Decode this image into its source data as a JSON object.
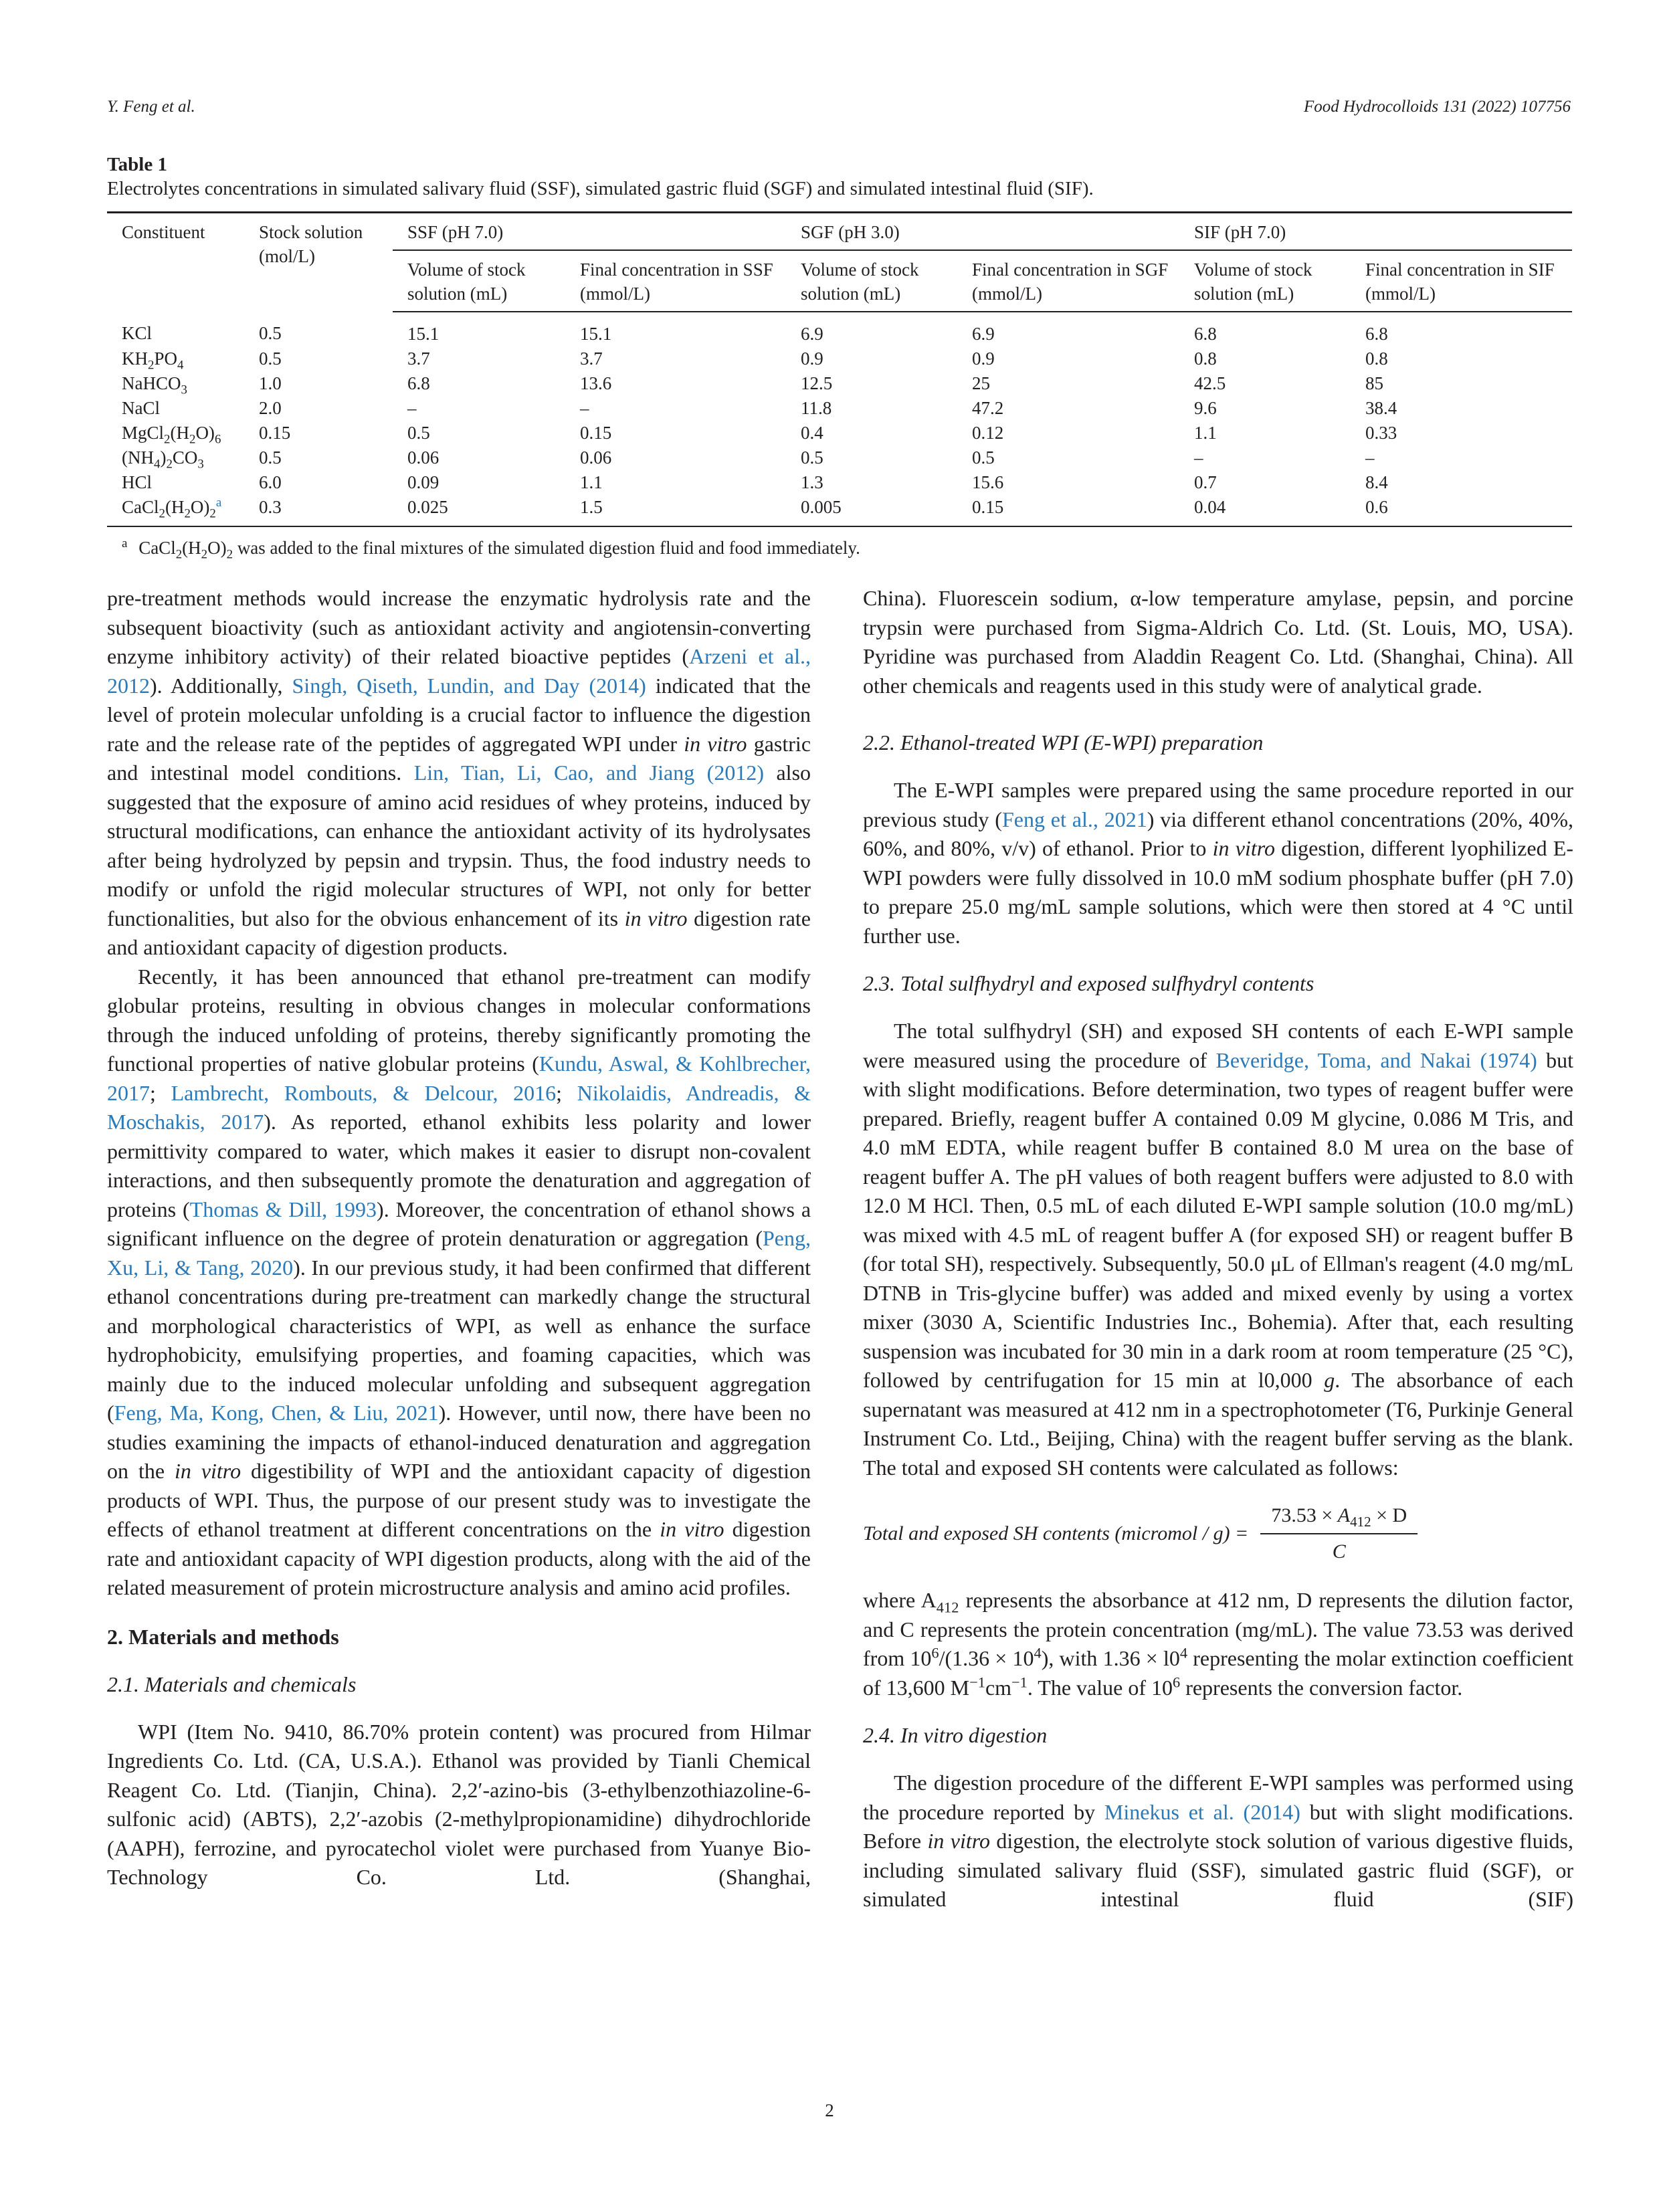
{
  "header": {
    "left": "Y. Feng et al.",
    "right": "Food Hydrocolloids 131 (2022) 107756"
  },
  "table1": {
    "label": "Table 1",
    "caption": "Electrolytes concentrations in simulated salivary fluid (SSF), simulated gastric fluid (SGF) and simulated intestinal fluid (SIF).",
    "headers": {
      "constituent": "Constituent",
      "stock": "Stock solution (mol/L)",
      "ssf": "SSF (pH 7.0)",
      "sgf": "SGF (pH 3.0)",
      "sif": "SIF (pH 7.0)",
      "volume": "Volume of stock solution (mL)",
      "final_ssf": "Final concentration in SSF (mmol/L)",
      "final_sgf": "Final concentration in SGF (mmol/L)",
      "final_sif": "Final concentration in SIF (mmol/L)"
    },
    "rows": [
      {
        "values": [
          "0.5",
          "15.1",
          "15.1",
          "6.9",
          "6.9",
          "6.8",
          "6.8"
        ]
      },
      {
        "values": [
          "0.5",
          "3.7",
          "3.7",
          "0.9",
          "0.9",
          "0.8",
          "0.8"
        ]
      },
      {
        "values": [
          "1.0",
          "6.8",
          "13.6",
          "12.5",
          "25",
          "42.5",
          "85"
        ]
      },
      {
        "values": [
          "2.0",
          "–",
          "–",
          "11.8",
          "47.2",
          "9.6",
          "38.4"
        ]
      },
      {
        "values": [
          "0.15",
          "0.5",
          "0.15",
          "0.4",
          "0.12",
          "1.1",
          "0.33"
        ]
      },
      {
        "values": [
          "0.5",
          "0.06",
          "0.06",
          "0.5",
          "0.5",
          "–",
          "–"
        ]
      },
      {
        "values": [
          "6.0",
          "0.09",
          "1.1",
          "1.3",
          "15.6",
          "0.7",
          "8.4"
        ]
      },
      {
        "values": [
          "0.3",
          "0.025",
          "1.5",
          "0.005",
          "0.15",
          "0.04",
          "0.6"
        ]
      }
    ],
    "footnote_mark": "a",
    "footnote_text": "was added to the final mixtures of the simulated digestion fluid and food immediately."
  },
  "body": {
    "left_p1_a": "pre-treatment methods would increase the enzymatic hydrolysis rate and the subsequent bioactivity (such as antioxidant activity and angiotensin-converting enzyme inhibitory activity) of their related bioactive peptides (",
    "ref_arzeni": "Arzeni et al., 2012",
    "left_p1_b": "). Additionally, ",
    "ref_singh": "Singh, Qiseth, Lundin, and Day (2014)",
    "left_p1_c": " indicated that the level of protein molecular unfolding is a crucial factor to influence the digestion rate and the release rate of the peptides of aggregated WPI under ",
    "invitro": "in vitro",
    "left_p1_d": " gastric and intestinal model conditions. ",
    "ref_lin": "Lin, Tian, Li, Cao, and Jiang (2012)",
    "left_p1_e": " also suggested that the exposure of amino acid residues of whey proteins, induced by structural modifications, can enhance the antioxidant activity of its hydrolysates after being hydrolyzed by pepsin and trypsin. Thus, the food industry needs to modify or unfold the rigid molecular structures of WPI, not only for better functionalities, but also for the obvious enhancement of its ",
    "left_p1_f": " digestion rate and antioxidant capacity of digestion products.",
    "left_p2_a": "Recently, it has been announced that ethanol pre-treatment can modify globular proteins, resulting in obvious changes in molecular conformations through the induced unfolding of proteins, thereby significantly promoting the functional properties of native globular proteins (",
    "ref_kundu": "Kundu, Aswal, & Kohlbrecher, 2017",
    "semi": "; ",
    "ref_lambrecht": "Lambrecht, Rombouts, & Delcour, 2016",
    "ref_nikolaidis": "Nikolaidis, Andreadis, & Moschakis, 2017",
    "left_p2_b": "). As reported, ethanol exhibits less polarity and lower permittivity compared to water, which makes it easier to disrupt non-covalent interactions, and then subsequently promote the denaturation and aggregation of proteins (",
    "ref_thomas": "Thomas & Dill, 1993",
    "left_p2_c": "). Moreover, the concentration of ethanol shows a significant influence on the degree of protein denaturation or aggregation (",
    "ref_peng": "Peng, Xu, Li, & Tang, 2020",
    "left_p2_d": "). In our previous study, it had been confirmed that different ethanol concentrations during pre-treatment can markedly change the structural and morphological characteristics of WPI, as well as enhance the surface hydrophobicity, emulsifying properties, and foaming capacities, which was mainly due to the induced molecular unfolding and subsequent aggregation (",
    "ref_feng2021": "Feng, Ma, Kong, Chen, & Liu, 2021",
    "left_p2_e": "). However, until now, there have been no studies examining the impacts of ethanol-induced denaturation and aggregation on the ",
    "left_p2_f": " digestibility of WPI and the antioxidant capacity of digestion products of WPI. Thus, the purpose of our present study was to investigate the effects of ethanol treatment at different concentrations on the ",
    "left_p2_g": " digestion rate and antioxidant capacity of WPI digestion products, along with the aid of the related measurement of protein microstructure analysis and amino acid profiles.",
    "sec2": "2. Materials and methods",
    "sec21": "2.1. Materials and chemicals",
    "left_p3": "WPI (Item No. 9410, 86.70% protein content) was procured from Hilmar Ingredients Co. Ltd. (CA, U.S.A.). Ethanol was provided by Tianli Chemical Reagent Co. Ltd. (Tianjin, China). 2,2′-azino-bis (3-ethylbenzothiazoline-6-sulfonic acid) (ABTS), 2,2′-azobis (2-methylpropionamidine) dihydrochloride (AAPH), ferrozine, and pyrocatechol violet were purchased from Yuanye Bio-Technology Co. Ltd. (Shanghai,",
    "right_p1": "China). Fluorescein sodium, α-low temperature amylase, pepsin, and porcine trypsin were purchased from Sigma-Aldrich Co. Ltd. (St. Louis, MO, USA). Pyridine was purchased from Aladdin Reagent Co. Ltd. (Shanghai, China). All other chemicals and reagents used in this study were of analytical grade.",
    "sec22": "2.2. Ethanol-treated WPI (E-WPI) preparation",
    "right_p2_a": "The E-WPI samples were prepared using the same procedure reported in our previous study (",
    "ref_feng": "Feng et al., 2021",
    "right_p2_b": ") via different ethanol concentrations (20%, 40%, 60%, and 80%, v/v) of ethanol. Prior to ",
    "right_p2_c": " digestion, different lyophilized E-WPI powders were fully dissolved in 10.0 mM sodium phosphate buffer (pH 7.0) to prepare 25.0 mg/mL sample solutions, which were then stored at 4 °C until further use.",
    "sec23": "2.3. Total sulfhydryl and exposed sulfhydryl contents",
    "right_p3_a": "The total sulfhydryl (SH) and exposed SH contents of each E-WPI sample were measured using the procedure of ",
    "ref_beveridge": "Beveridge, Toma, and Nakai (1974)",
    "right_p3_b": " but with slight modifications. Before determination, two types of reagent buffer were prepared. Briefly, reagent buffer A contained 0.09 M glycine, 0.086 M Tris, and 4.0 mM EDTA, while reagent buffer B contained 8.0 M urea on the base of reagent buffer A. The pH values of both reagent buffers were adjusted to 8.0 with 12.0 M HCl. Then, 0.5 mL of each diluted E-WPI sample solution (10.0 mg/mL) was mixed with 4.5 mL of reagent buffer A (for exposed SH) or reagent buffer B (for total SH), respectively. Subsequently, 50.0 μL of Ellman's reagent (4.0 mg/mL DTNB in Tris-glycine buffer) was added and mixed evenly by using a vortex mixer (3030 A, Scientific Industries Inc., Bohemia). After that, each resulting suspension was incubated for 30 min in a dark room at room temperature (25 °C), followed by centrifugation for 15 min at l0,000 ",
    "g_unit": "g",
    "right_p3_c": ". The absorbance of each supernatant was measured at 412 nm in a spectrophotometer (T6, Purkinje General Instrument Co. Ltd., Beijing, China) with the reagent buffer serving as the blank. The total and exposed SH contents were calculated as follows:",
    "eq_lhs": "Total and exposed SH contents (micromol / g) =",
    "eq_num_a": "73.53 × ",
    "eq_num_A": "A",
    "eq_num_sub": "412",
    "eq_num_b": " × D",
    "eq_den": "C",
    "right_p4_a": "where A",
    "right_p4_sub": "412",
    "right_p4_b": " represents the absorbance at 412 nm, D represents the dilution factor, and C represents the protein concentration (mg/mL). The value 73.53 was derived from 10",
    "sup6": "6",
    "right_p4_c": "/(1.36 × 10",
    "sup4": "4",
    "right_p4_d": "), with 1.36 × l0",
    "right_p4_e": " representing the molar extinction coefficient of 13,600 M",
    "supm1": "−1",
    "right_p4_f": "cm",
    "right_p4_g": ". The value of 10",
    "right_p4_h": " represents the conversion factor.",
    "sec24": "2.4. In vitro digestion",
    "right_p5_a": "The digestion procedure of the different E-WPI samples was performed using the procedure reported by ",
    "ref_minekus": "Minekus et al. (2014)",
    "right_p5_b": " but with slight modifications. Before ",
    "right_p5_c": " digestion, the electrolyte stock solution of various digestive fluids, including simulated salivary fluid (SSF), simulated gastric fluid (SGF), or simulated intestinal fluid (SIF)"
  },
  "page_number": "2"
}
